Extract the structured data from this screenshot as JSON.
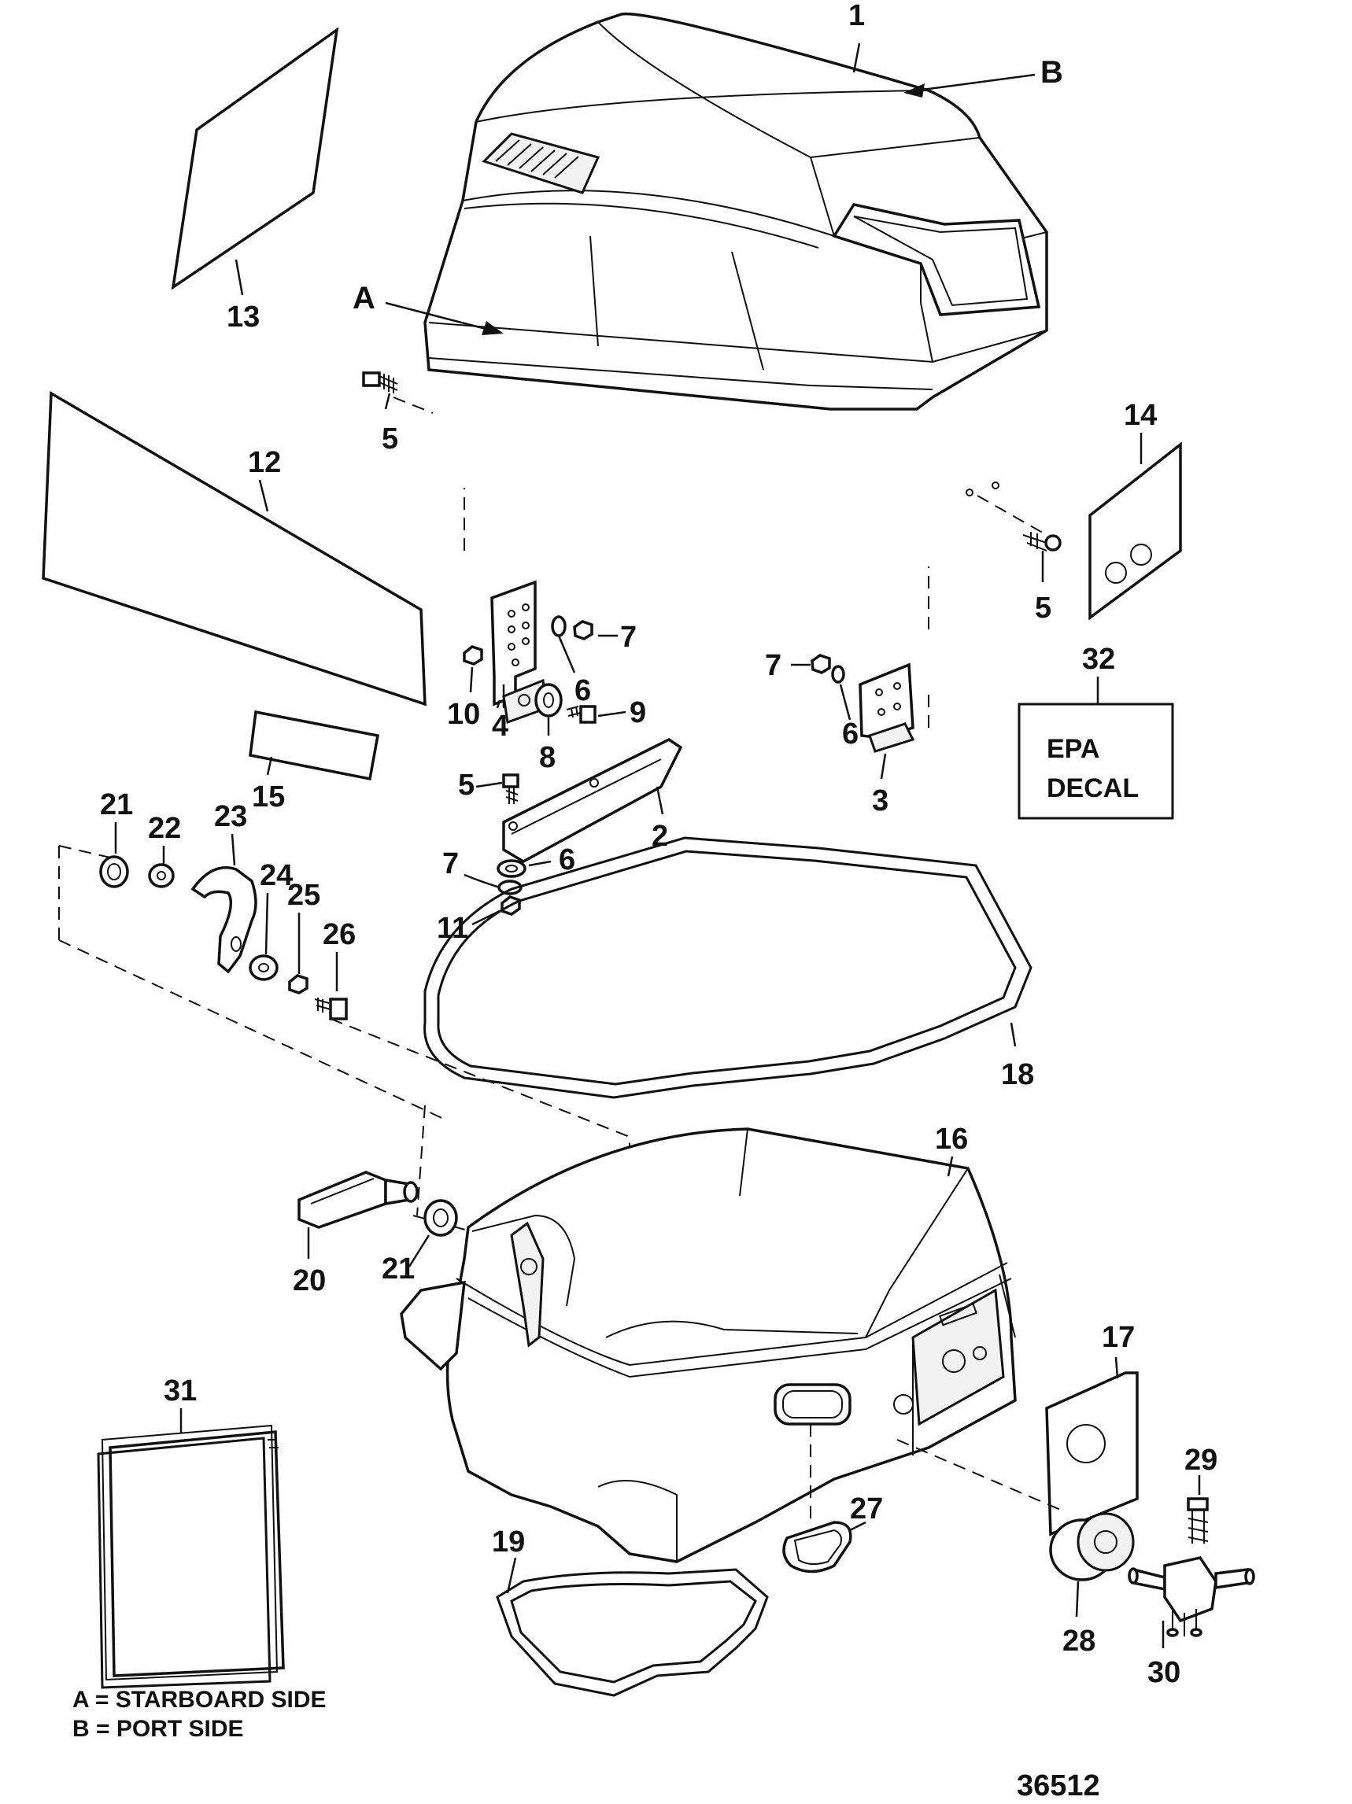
{
  "callouts": [
    {
      "id": "c1",
      "text": "1"
    },
    {
      "id": "cB",
      "text": "B"
    },
    {
      "id": "c13",
      "text": "13"
    },
    {
      "id": "cA",
      "text": "A"
    },
    {
      "id": "c5a",
      "text": "5"
    },
    {
      "id": "c12",
      "text": "12"
    },
    {
      "id": "c14",
      "text": "14"
    },
    {
      "id": "c5b",
      "text": "5"
    },
    {
      "id": "c32",
      "text": "32"
    },
    {
      "id": "c7a",
      "text": "7"
    },
    {
      "id": "c10",
      "text": "10"
    },
    {
      "id": "c4",
      "text": "4"
    },
    {
      "id": "c6a",
      "text": "6"
    },
    {
      "id": "c8",
      "text": "8"
    },
    {
      "id": "c9",
      "text": "9"
    },
    {
      "id": "c7b",
      "text": "7"
    },
    {
      "id": "c6b",
      "text": "6"
    },
    {
      "id": "c3",
      "text": "3"
    },
    {
      "id": "c15",
      "text": "15"
    },
    {
      "id": "c5c",
      "text": "5"
    },
    {
      "id": "c2",
      "text": "2"
    },
    {
      "id": "c21a",
      "text": "21"
    },
    {
      "id": "c22",
      "text": "22"
    },
    {
      "id": "c23",
      "text": "23"
    },
    {
      "id": "c24",
      "text": "24"
    },
    {
      "id": "c25",
      "text": "25"
    },
    {
      "id": "c26",
      "text": "26"
    },
    {
      "id": "c7c",
      "text": "7"
    },
    {
      "id": "c6c",
      "text": "6"
    },
    {
      "id": "c11",
      "text": "11"
    },
    {
      "id": "c18",
      "text": "18"
    },
    {
      "id": "c16",
      "text": "16"
    },
    {
      "id": "c20",
      "text": "20"
    },
    {
      "id": "c21b",
      "text": "21"
    },
    {
      "id": "c17",
      "text": "17"
    },
    {
      "id": "c31",
      "text": "31"
    },
    {
      "id": "c29",
      "text": "29"
    },
    {
      "id": "c27",
      "text": "27"
    },
    {
      "id": "c19",
      "text": "19"
    },
    {
      "id": "c28",
      "text": "28"
    },
    {
      "id": "c30",
      "text": "30"
    }
  ],
  "epa_box": {
    "line1": "EPA",
    "line2": "DECAL"
  },
  "legend": {
    "a": "A = STARBOARD SIDE",
    "b": "B = PORT SIDE"
  },
  "figure_number": "36512"
}
